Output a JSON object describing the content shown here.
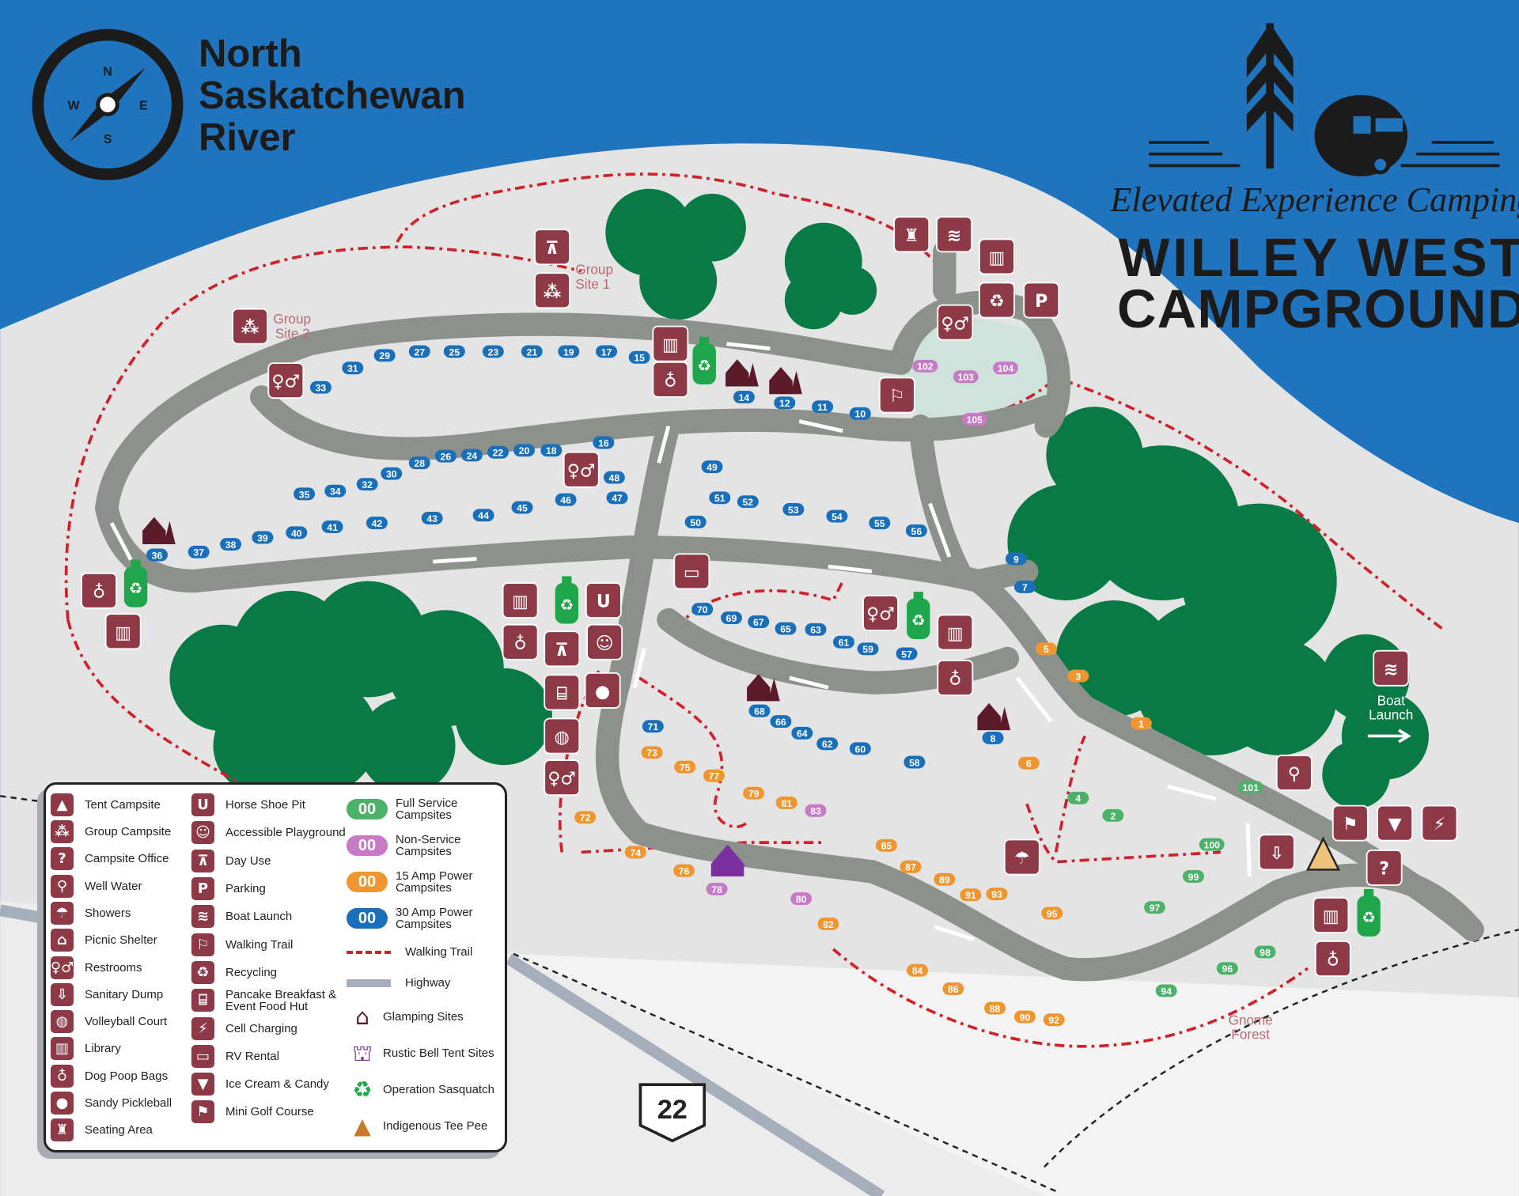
{
  "river_title": [
    "North",
    "Saskatchewan",
    "River"
  ],
  "compass": {
    "n": "N",
    "s": "S",
    "e": "E",
    "w": "W"
  },
  "logo": {
    "tagline": "Elevated Experience Camping",
    "name_line1": "WILLEY WEST",
    "name_line2": "CAMPGROUND"
  },
  "map_labels": {
    "group_site_1": [
      "Group",
      "Site 1"
    ],
    "group_site_2": [
      "Group",
      "Site 2"
    ],
    "boat_launch": [
      "Boat",
      "Launch"
    ],
    "gnome_forest": [
      "Gnome",
      "Forest"
    ],
    "highway_number": "22"
  },
  "colors": {
    "water": "#1f74bd",
    "land": "#e4e4e4",
    "road": "#8c918c",
    "trail": "#d0202a",
    "trees": "#0a7a45",
    "facility": "#8e3a46",
    "full_service": "#4cb26a",
    "non_service": "#c77ac5",
    "amp15": "#ef9630",
    "amp30": "#1a6fba",
    "glamping": "#5a1a2a",
    "bell_tent": "#7b2f9e",
    "sasquatch": "#1fa64a"
  },
  "campsites": {
    "amp30": [
      29,
      27,
      25,
      23,
      21,
      19,
      17,
      15,
      31,
      33,
      14,
      12,
      11,
      10,
      16,
      18,
      20,
      22,
      24,
      26,
      28,
      30,
      32,
      34,
      35,
      48,
      47,
      46,
      49,
      51,
      52,
      53,
      54,
      55,
      56,
      50,
      45,
      44,
      43,
      42,
      41,
      40,
      39,
      38,
      37,
      36,
      9,
      7,
      70,
      69,
      67,
      65,
      63,
      61,
      59,
      57,
      68,
      66,
      64,
      62,
      60,
      58,
      8,
      71
    ],
    "amp15": [
      5,
      3,
      1,
      6,
      73,
      75,
      77,
      79,
      81,
      72,
      74,
      76,
      85,
      87,
      89,
      91,
      93,
      95,
      82,
      84,
      86,
      88,
      90,
      92
    ],
    "non_service": [
      102,
      103,
      104,
      105,
      83,
      78,
      80
    ],
    "full_service": [
      101,
      4,
      2,
      100,
      99,
      97,
      98,
      96,
      94
    ]
  },
  "legend": {
    "col1": [
      {
        "icon": "tent-icon",
        "glyph": "▲",
        "label": "Tent Campsite"
      },
      {
        "icon": "group-campsite-icon",
        "glyph": "⁂",
        "label": "Group Campsite"
      },
      {
        "icon": "campsite-office-icon",
        "glyph": "?",
        "label": "Campsite Office"
      },
      {
        "icon": "well-water-icon",
        "glyph": "⚲",
        "label": "Well Water"
      },
      {
        "icon": "showers-icon",
        "glyph": "☂",
        "label": "Showers"
      },
      {
        "icon": "picnic-shelter-icon",
        "glyph": "⌂",
        "label": "Picnic Shelter"
      },
      {
        "icon": "restrooms-icon",
        "glyph": "♀♂",
        "label": "Restrooms"
      },
      {
        "icon": "sanitary-dump-icon",
        "glyph": "⇩",
        "label": "Sanitary Dump"
      },
      {
        "icon": "volleyball-icon",
        "glyph": "◍",
        "label": "Volleyball Court"
      },
      {
        "icon": "library-icon",
        "glyph": "▥",
        "label": "Library"
      },
      {
        "icon": "dog-poop-bag-icon",
        "glyph": "♁",
        "label": "Dog Poop Bags"
      },
      {
        "icon": "pickleball-icon",
        "glyph": "●",
        "label": "Sandy Pickleball"
      },
      {
        "icon": "seating-icon",
        "glyph": "♜",
        "label": "Seating Area"
      }
    ],
    "col2": [
      {
        "icon": "horseshoe-icon",
        "glyph": "U",
        "label": "Horse Shoe Pit"
      },
      {
        "icon": "playground-icon",
        "glyph": "☺",
        "label": "Accessible Playground"
      },
      {
        "icon": "day-use-icon",
        "glyph": "⊼",
        "label": "Day Use"
      },
      {
        "icon": "parking-icon",
        "glyph": "P",
        "label": "Parking"
      },
      {
        "icon": "boat-launch-icon",
        "glyph": "≋",
        "label": "Boat Launch"
      },
      {
        "icon": "walking-trail-icon",
        "glyph": "⚐",
        "label": "Walking Trail"
      },
      {
        "icon": "recycling-icon",
        "glyph": "♻",
        "label": "Recycling"
      },
      {
        "icon": "food-hut-icon",
        "glyph": "⌸",
        "label": "Pancake Breakfast & Event Food Hut"
      },
      {
        "icon": "cell-charging-icon",
        "glyph": "⚡",
        "label": "Cell Charging"
      },
      {
        "icon": "rv-rental-icon",
        "glyph": "▭",
        "label": "RV Rental"
      },
      {
        "icon": "ice-cream-icon",
        "glyph": "▼",
        "label": "Ice Cream & Candy"
      },
      {
        "icon": "mini-golf-icon",
        "glyph": "⚑",
        "label": "Mini Golf Course"
      }
    ],
    "col3_badges": [
      {
        "type": "full_service",
        "text": "00",
        "label": "Full Service Campsites"
      },
      {
        "type": "non_service",
        "text": "00",
        "label": "Non-Service Campsites"
      },
      {
        "type": "amp15",
        "text": "00",
        "label": "15 Amp Power Campsites"
      },
      {
        "type": "amp30",
        "text": "00",
        "label": "30 Amp Power Campsites"
      }
    ],
    "trail_label": "Walking Trail",
    "highway_label": "Highway",
    "specials": [
      {
        "icon": "glamping-icon",
        "glyph": "⌂",
        "label": "Glamping Sites"
      },
      {
        "icon": "bell-tent-icon",
        "glyph": "⛫",
        "label": "Rustic Bell Tent Sites"
      },
      {
        "icon": "sasquatch-bottle-icon",
        "glyph": "♻",
        "label": "Operation Sasquatch"
      },
      {
        "icon": "tee-pee-icon",
        "glyph": "▲",
        "label": "Indigenous Tee Pee"
      }
    ]
  }
}
